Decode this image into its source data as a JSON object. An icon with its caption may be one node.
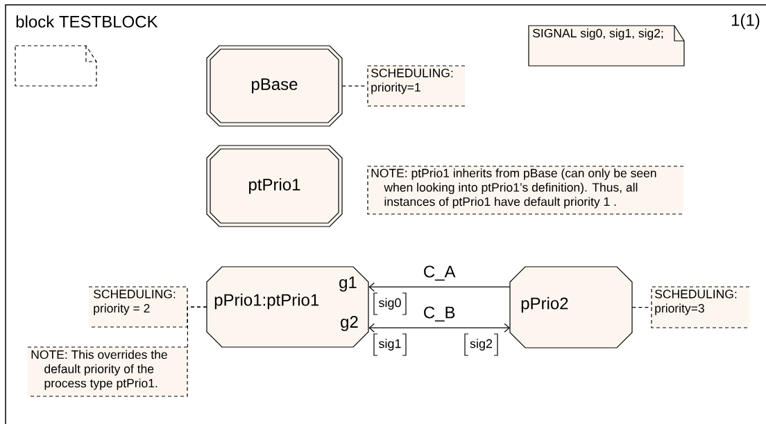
{
  "diagram": {
    "nodes": [
      {
        "text": [
          "block TESTBLOCK",
          "1(1)"
        ]
      },
      {
        "text": [],
        "shape": "box",
        "in": 0
      },
      {
        "text": [
          "SIGNAL sig0, sig1, sig2;"
        ],
        "in": 0
      },
      {
        "text": [
          "pBase"
        ],
        "in": 0
      },
      {
        "text": [
          "SCHEDULING: priority=1"
        ],
        "in": 0
      },
      {
        "text": [
          "ptPrio1"
        ],
        "in": 0
      },
      {
        "text": [
          "NOTE: ptPrio1 inherits from pBase (can only be seen when looking into ptPrio1’s definition). Thus, all instances of ptPrio1 have default priority 1 ."
        ],
        "in": 0
      },
      {
        "text": [
          "pPrio1:ptPrio1",
          "g1",
          "g2"
        ],
        "in": 0
      },
      {
        "text": [
          "SCHEDULING: priority = 2"
        ],
        "in": 0
      },
      {
        "text": [
          "NOTE: This overrides the default priority of the process type ptPrio1."
        ],
        "in": 0
      },
      {
        "text": [
          "pPrio2"
        ],
        "in": 0
      },
      {
        "text": [
          "SCHEDULING: priority=3"
        ],
        "in": 0
      }
    ],
    "edges": [
      {
        "from": 3,
        "to": 4,
        "arrow": "none",
        "style": "dashed"
      },
      {
        "from": 10,
        "to": 7,
        "arrow": "to",
        "label": "C_A"
      },
      {
        "from": 7,
        "to": 10,
        "arrow": "both",
        "label": "C_B"
      },
      {
        "from": 10,
        "to": 11,
        "arrow": "none",
        "style": "dashed"
      },
      {
        "from": 7,
        "to": 8,
        "arrow": "none",
        "style": "dashed"
      },
      {
        "from": 7,
        "to": 9,
        "arrow": "none",
        "style": "dashed"
      }
    ],
    "labels": [
      "sig0",
      "sig1",
      "sig2"
    ]
  }
}
